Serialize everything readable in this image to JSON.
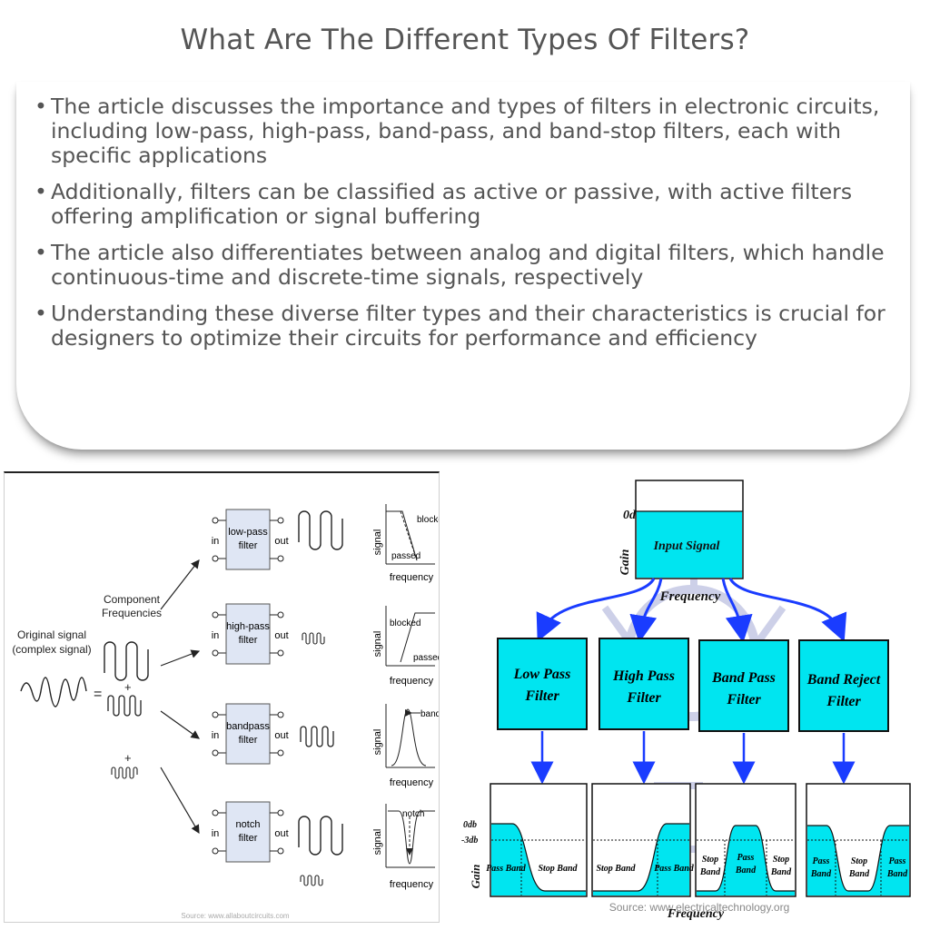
{
  "title": "What Are The Different Types Of Filters?",
  "bullets": [
    "The article discusses the importance and types of filters in electronic circuits, including low-pass, high-pass, band-pass, and band-stop filters, each with specific applications",
    "Additionally, filters can be classified as active or passive, with active filters offering amplification or signal buffering",
    "The article also differentiates between analog and digital filters, which handle continuous-time and discrete-time signals, respectively",
    "Understanding these diverse filter types and their characteristics is crucial for designers to optimize their circuits for performance and efficiency"
  ],
  "left_diagram": {
    "original_label_1": "Original signal",
    "original_label_2": "(complex signal)",
    "component_label_1": "Component",
    "component_label_2": "Frequencies",
    "equals": "=",
    "plus": "+",
    "in_label": "in",
    "out_label": "out",
    "signal_label": "signal",
    "frequency_label": "frequency",
    "filters": [
      {
        "name_1": "low-pass",
        "name_2": "filter",
        "note_1": "blocked",
        "note_2": "passed"
      },
      {
        "name_1": "high-pass",
        "name_2": "filter",
        "note_1": "blocked",
        "note_2": "passed"
      },
      {
        "name_1": "bandpass",
        "name_2": "filter",
        "note_1": "band",
        "note_2": ""
      },
      {
        "name_1": "notch",
        "name_2": "filter",
        "note_1": "notch",
        "note_2": ""
      }
    ],
    "source": "Source: www.allaboutcircuits.com"
  },
  "right_diagram": {
    "db0": "0db",
    "db3": "-3db",
    "gain": "Gain",
    "frequency": "Frequency",
    "input_signal": "Input Signal",
    "filters": [
      {
        "line1": "Low Pass",
        "line2": "Filter"
      },
      {
        "line1": "High Pass",
        "line2": "Filter"
      },
      {
        "line1": "Band Pass",
        "line2": "Filter"
      },
      {
        "line1": "Band Reject",
        "line2": "Filter"
      }
    ],
    "bands": {
      "pass_band": "Pass Band",
      "stop_band": "Stop Band",
      "stop": "Stop",
      "pass": "Pass",
      "band": "Band"
    },
    "source": "Source: www.electricaltechnology.org",
    "colors": {
      "fill": "#00e5f0",
      "arrow": "#1a3cff",
      "watermark": "#c8cbe6"
    }
  }
}
